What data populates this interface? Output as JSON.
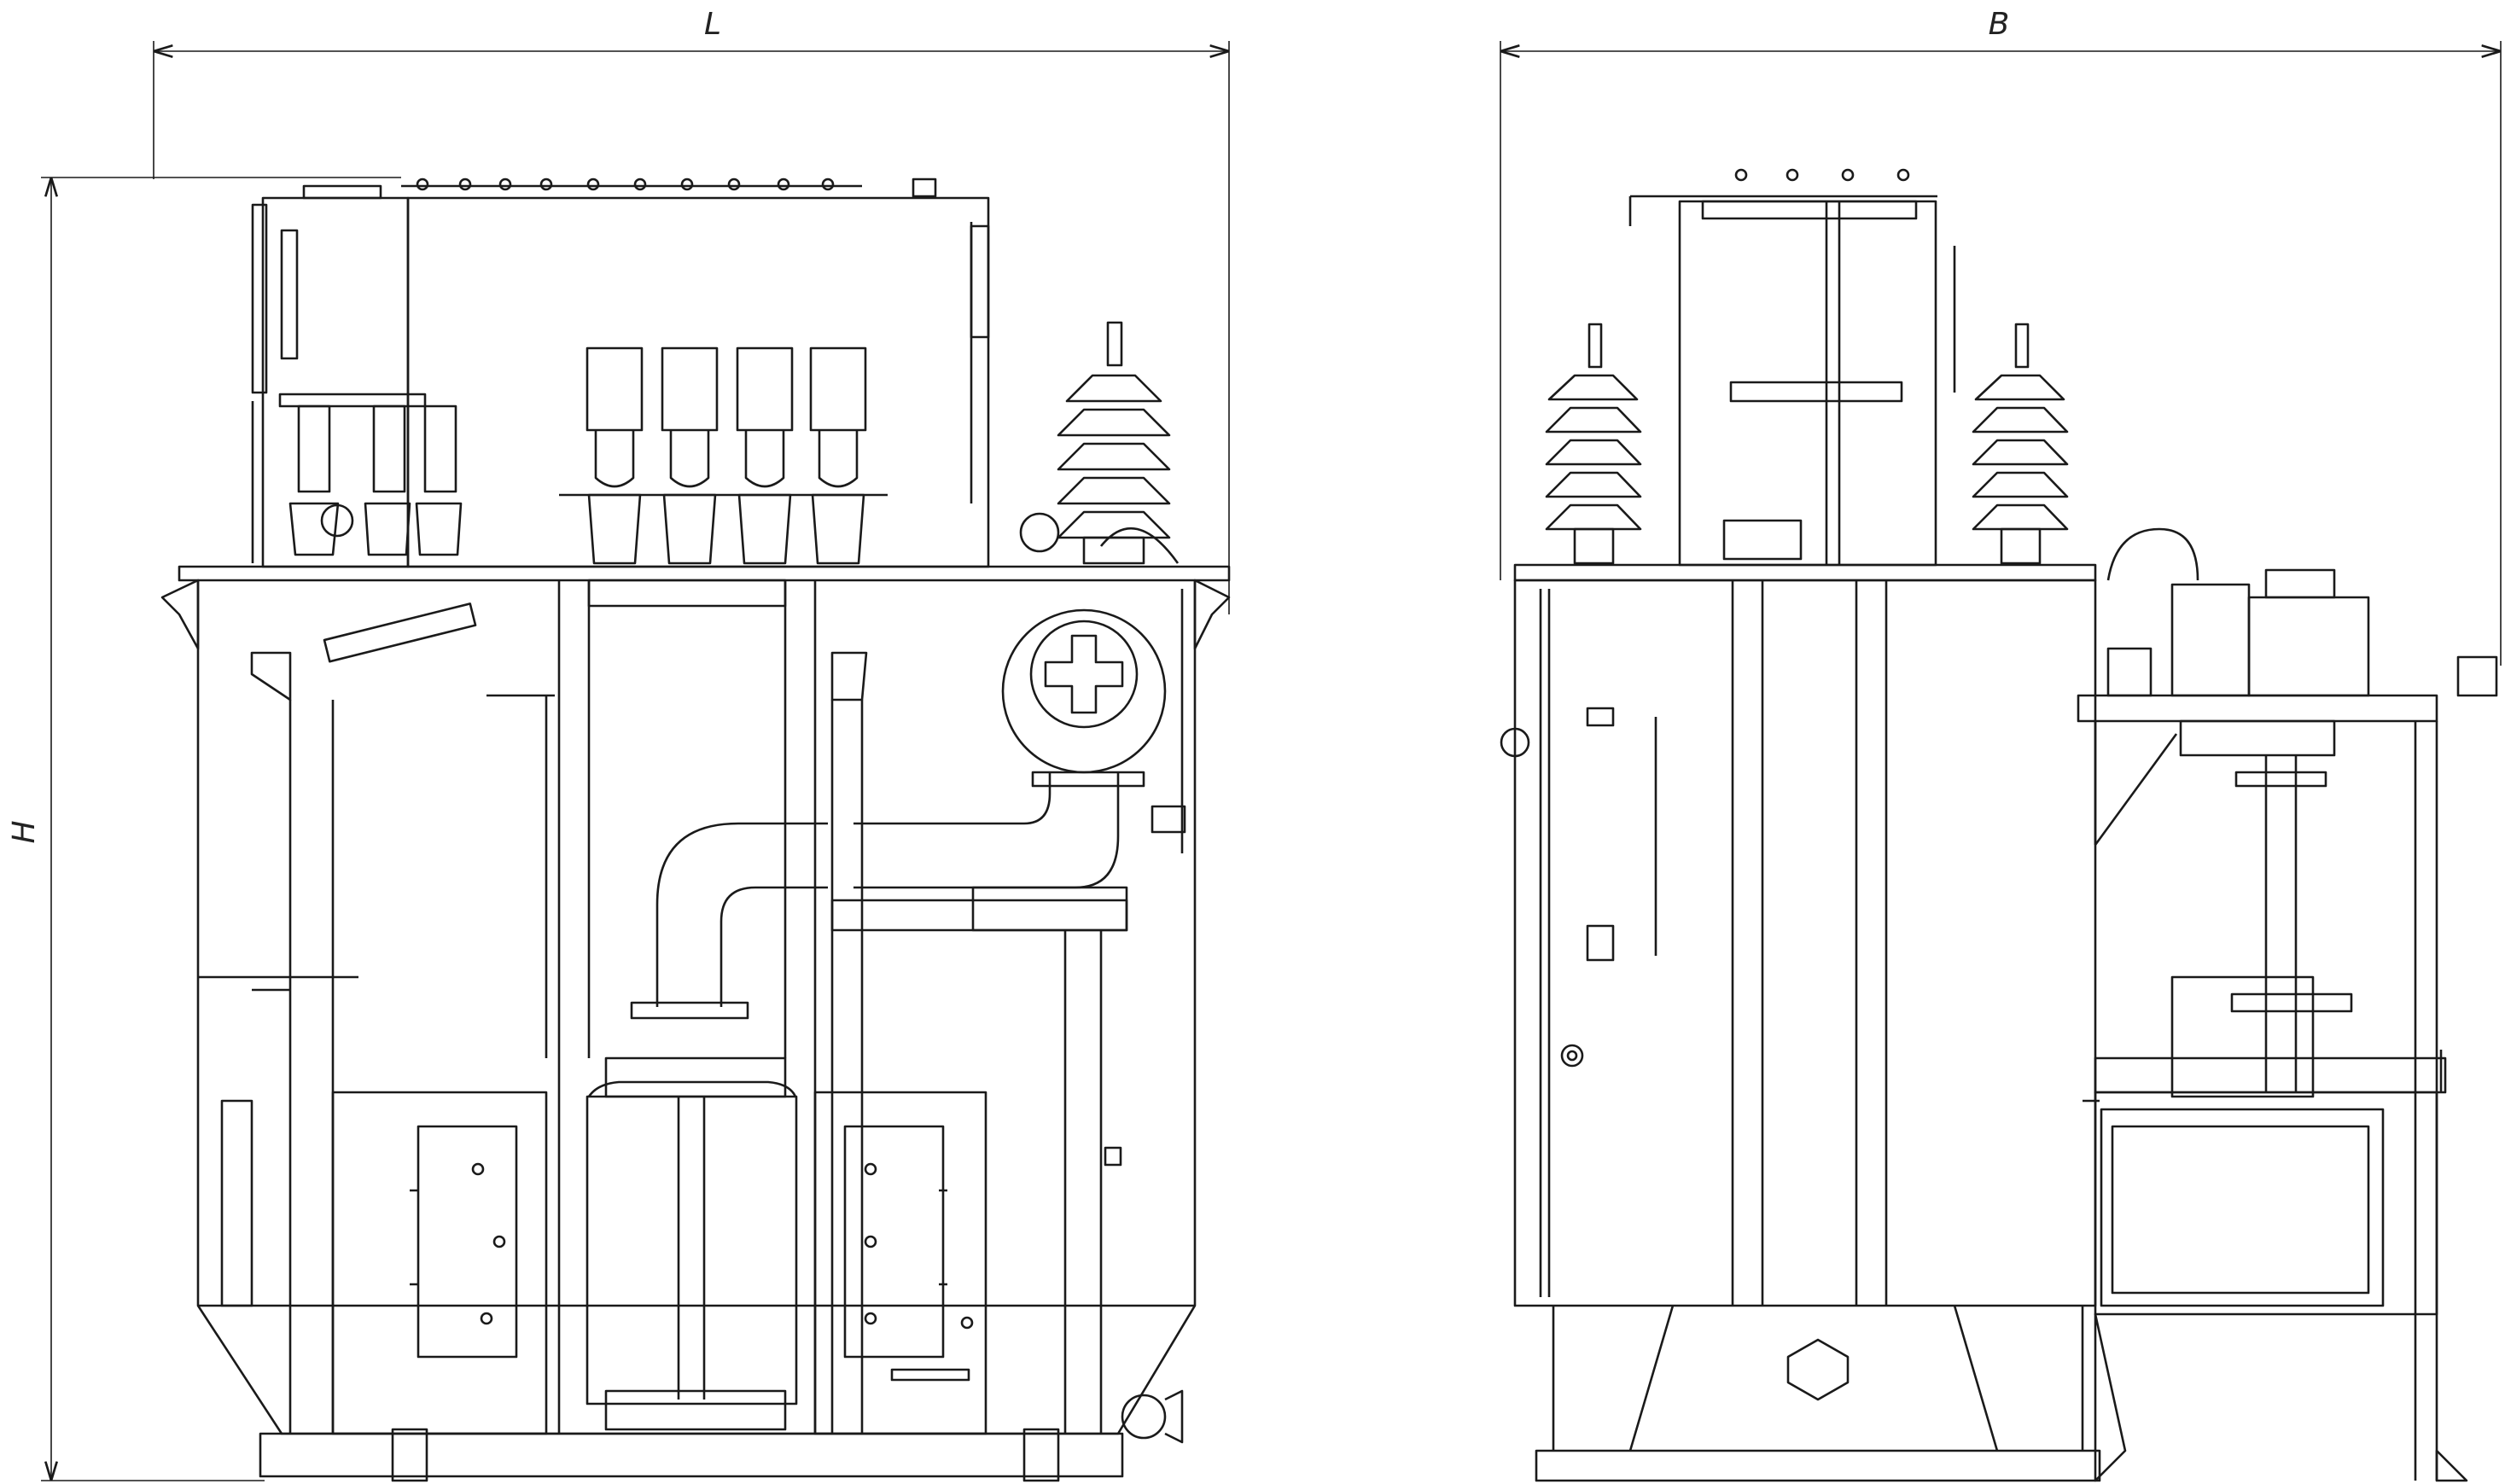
{
  "dimensions": {
    "length_label": "L",
    "height_label": "H",
    "width_label": "B"
  },
  "colors": {
    "line": "#1a1a1a",
    "background": "#ffffff"
  }
}
